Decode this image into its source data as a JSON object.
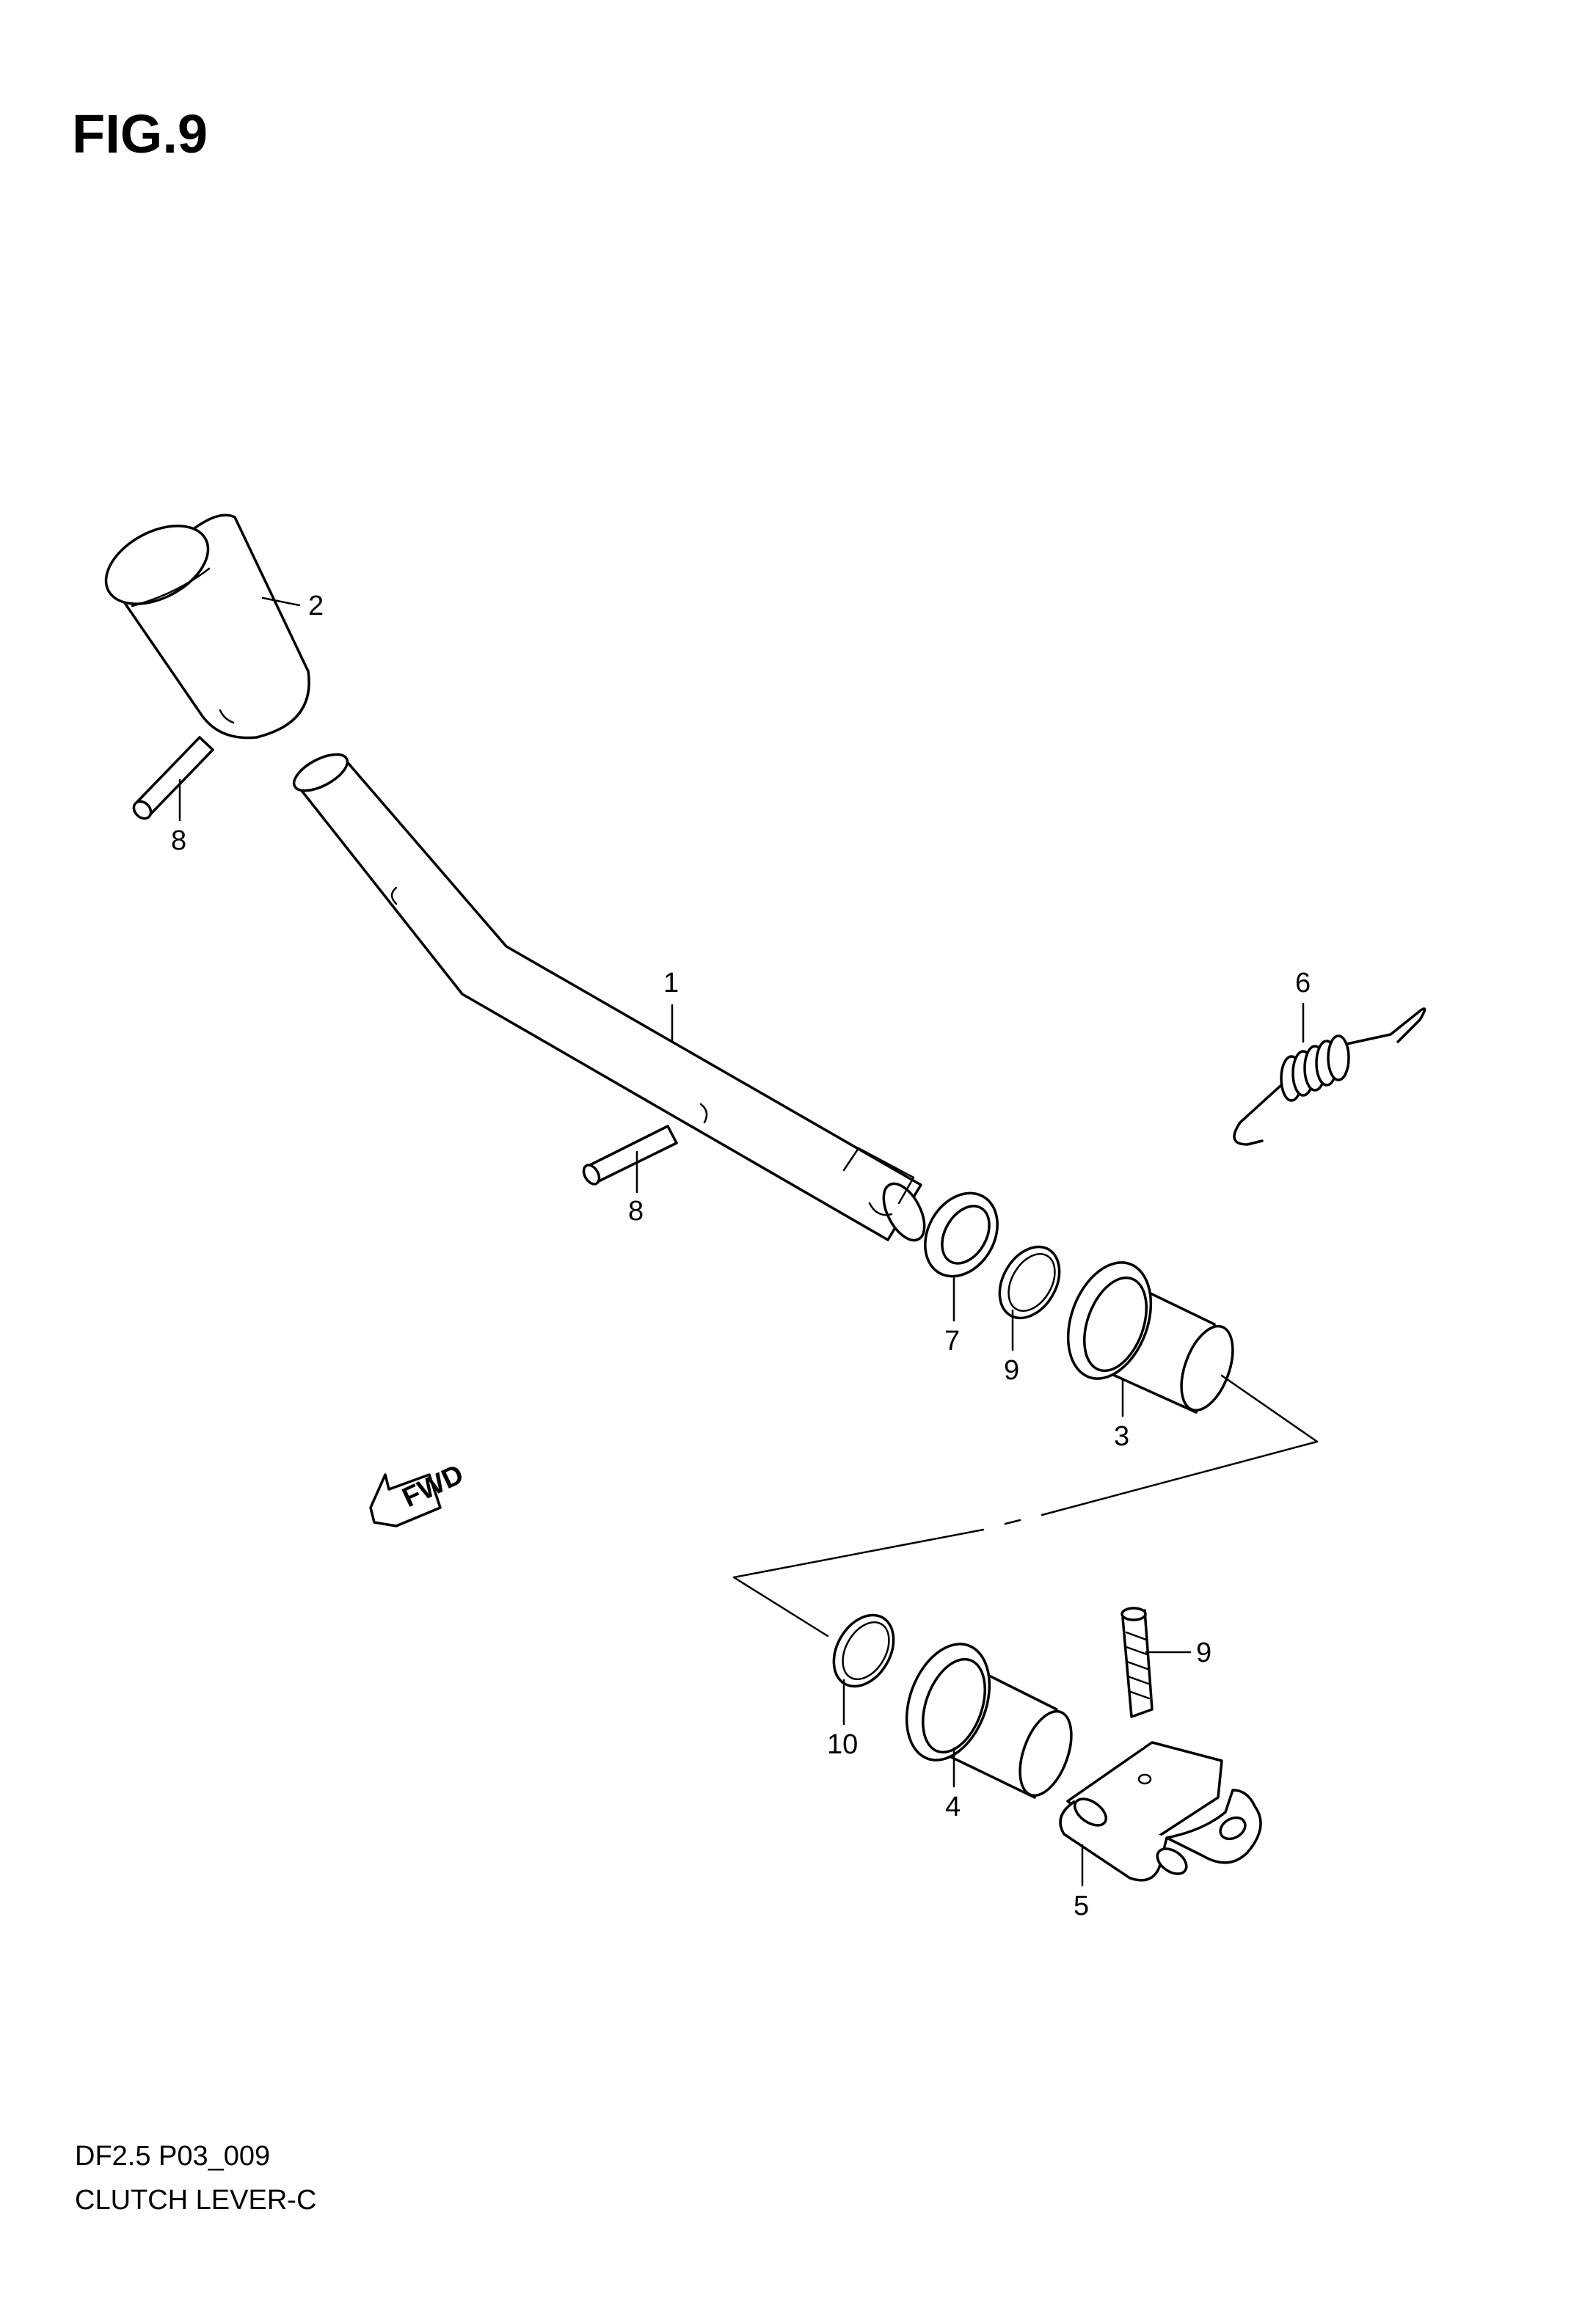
{
  "figure": {
    "title": "FIG.9"
  },
  "footer": {
    "code": "DF2.5 P03_009",
    "name": "CLUTCH LEVER-C"
  },
  "fwd_marker": {
    "label": "FWD"
  },
  "callouts": [
    {
      "id": "c1",
      "label": "1"
    },
    {
      "id": "c2",
      "label": "2"
    },
    {
      "id": "c3",
      "label": "3"
    },
    {
      "id": "c4",
      "label": "4"
    },
    {
      "id": "c5",
      "label": "5"
    },
    {
      "id": "c6",
      "label": "6"
    },
    {
      "id": "c7",
      "label": "7"
    },
    {
      "id": "c8a",
      "label": "8"
    },
    {
      "id": "c8b",
      "label": "8"
    },
    {
      "id": "c9a",
      "label": "9"
    },
    {
      "id": "c9b",
      "label": "9"
    },
    {
      "id": "c10",
      "label": "10"
    }
  ]
}
